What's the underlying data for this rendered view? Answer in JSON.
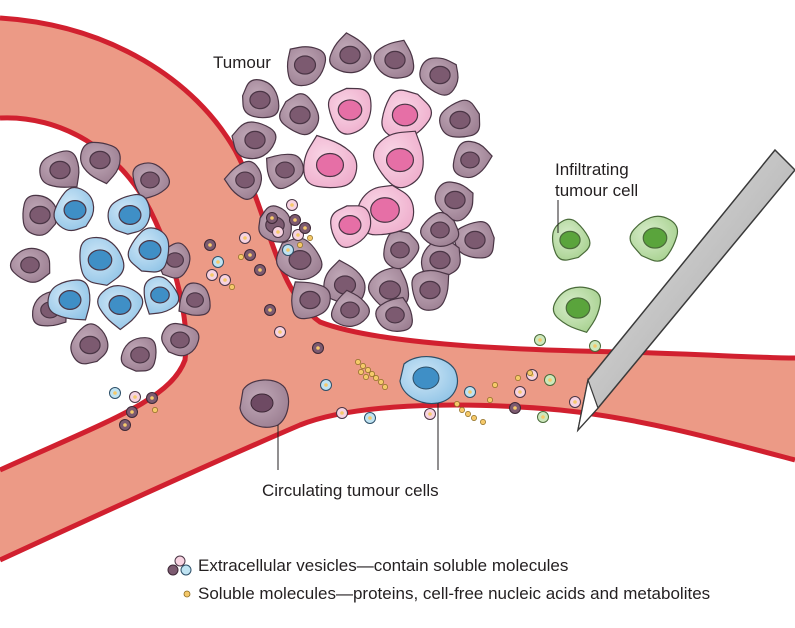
{
  "labels": {
    "tumour": "Tumour",
    "infiltrating_line1": "Infiltrating",
    "infiltrating_line2": "tumour cell",
    "circulating": "Circulating tumour cells"
  },
  "legend": {
    "vesicles": "Extracellular vesicles—contain soluble molecules",
    "soluble": "Soluble molecules—proteins, cell-free nucleic acids and metabolites"
  },
  "colors": {
    "vessel_fill": "#ec9a86",
    "vessel_stroke": "#d1202f",
    "tumour_purple": "#a88a9d",
    "tumour_pink": "#f2bcd4",
    "ctc_blue": "#a9d3ee",
    "infiltrating_green": "#b6dba0",
    "soluble_yellow": "#f5c96a"
  }
}
